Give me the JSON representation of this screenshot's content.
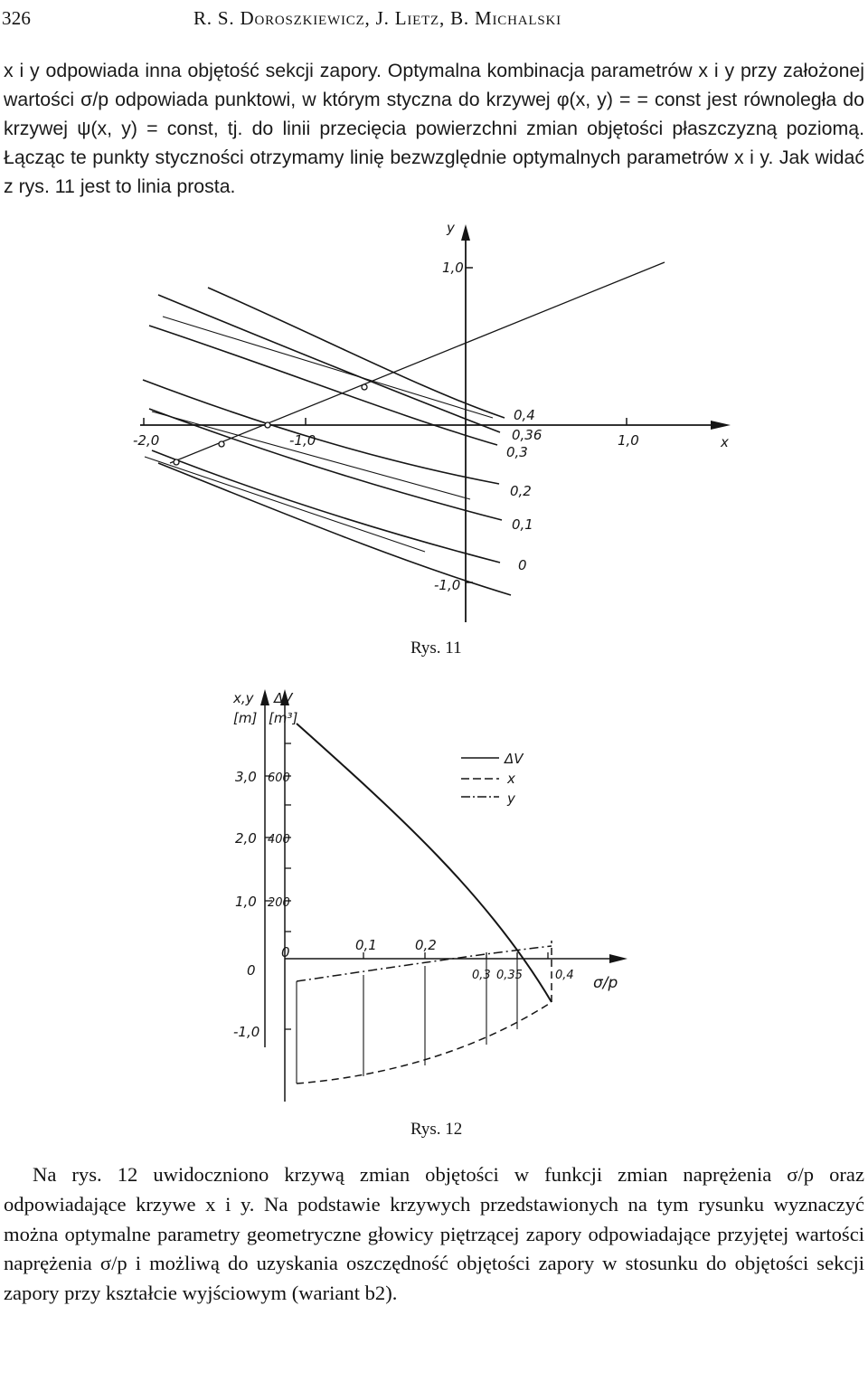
{
  "header": {
    "page_number": "326",
    "running_head": "R. S. Doroszkiewicz, J. Lietz, B. Michalski"
  },
  "paragraph_1": "x i y odpowiada inna objętość sekcji zapory. Optymalna kombinacja parametrów x i y przy założonej wartości σ/p odpowiada punktowi, w którym styczna do krzywej φ(x, y) = = const jest równoległa do krzywej ψ(x, y) = const, tj. do linii przecięcia powierzchni zmian objętości płaszczyzną poziomą. Łącząc te punkty styczności otrzymamy linię bezwzględnie optymalnych parametrów x i y. Jak widać z rys. 11 jest to linia prosta.",
  "figure_11": {
    "caption": "Rys. 11",
    "axis_x_label": "x",
    "axis_y_label": "y",
    "x_ticks": [
      "-2,0",
      "-1,0",
      "1,0"
    ],
    "y_ticks": [
      "1,0",
      "-1,0"
    ],
    "curve_labels": [
      "0,4",
      "0,36",
      "0,3",
      "0,2",
      "0,1",
      "0"
    ]
  },
  "figure_12": {
    "caption": "Rys. 12",
    "left_axis_label": "x,y",
    "left_axis_unit": "[m]",
    "right_axis_label": "ΔV",
    "right_axis_unit": "[m³]",
    "left_ticks": [
      "3,0",
      "2,0",
      "1,0",
      "0",
      "-1,0"
    ],
    "right_ticks": [
      "600",
      "400",
      "200",
      "0"
    ],
    "x_ticks": [
      "0,1",
      "0,2",
      "0,3",
      "0,35",
      "0,4"
    ],
    "x_axis_label": "σ/p",
    "legend": [
      {
        "label": "ΔV",
        "style": "solid"
      },
      {
        "label": "x",
        "style": "dashed"
      },
      {
        "label": "y",
        "style": "dash-dot"
      }
    ]
  },
  "paragraph_2": "Na rys. 12 uwidoczniono krzywą zmian objętości w funkcji zmian naprężenia σ/p oraz odpowiadające krzywe x i y. Na podstawie krzywych przedstawionych na tym rysunku wyznaczyć można optymalne parametry geometryczne głowicy piętrzącej zapory odpowiadające przyjętej wartości naprężenia σ/p i możliwą do uzyskania oszczędność objętości zapory w stosunku do objętości sekcji zapory przy kształcie wyjściowym (wariant b2).",
  "colors": {
    "ink": "#151515",
    "paper": "#ffffff"
  }
}
